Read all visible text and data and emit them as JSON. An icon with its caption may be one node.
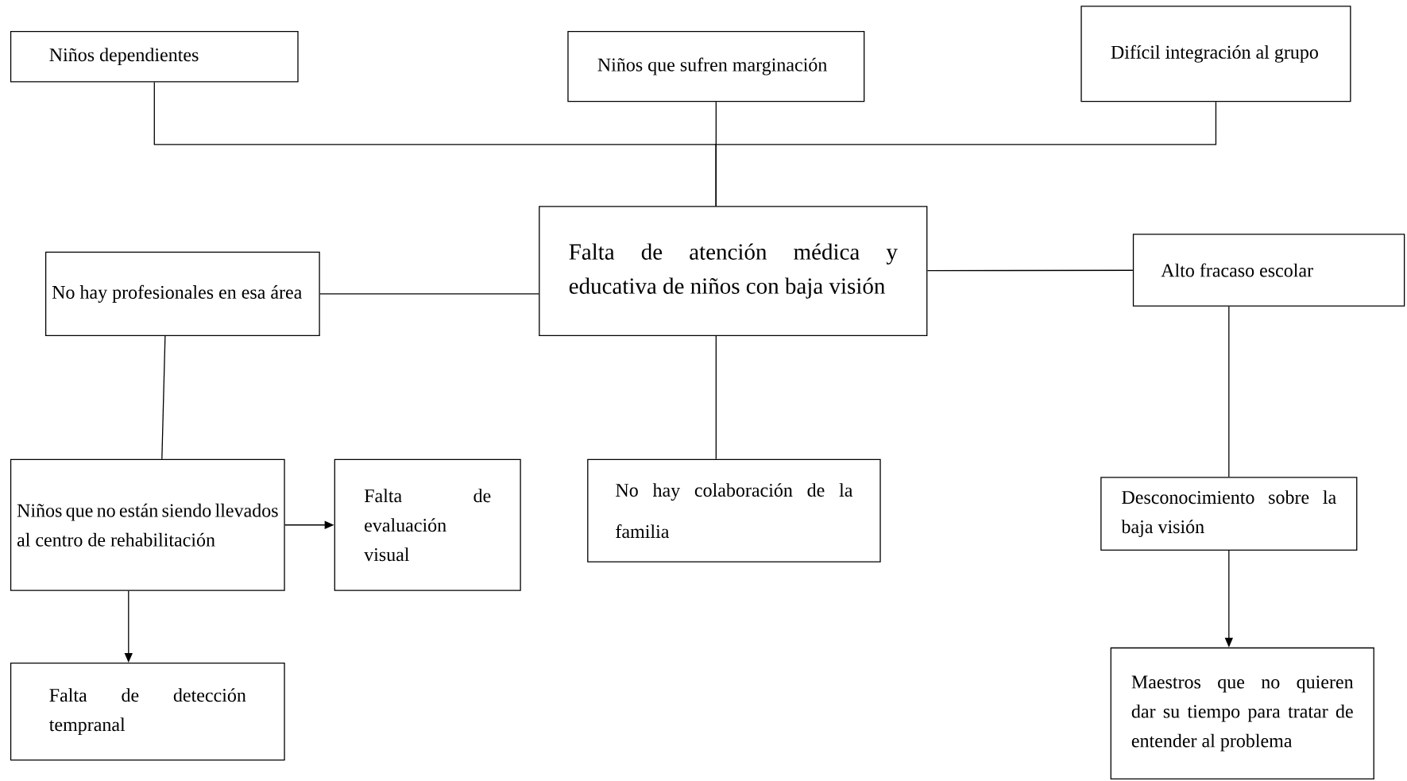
{
  "diagram": {
    "nodes": [
      {
        "text": [
          "Niños dependientes"
        ]
      },
      {
        "text": [
          "Niños que sufren marginación"
        ]
      },
      {
        "text": [
          "Difícil integración al grupo"
        ]
      },
      {
        "text": [
          "Falta de atención médica y educativa de niños con baja visión"
        ]
      },
      {
        "text": [
          "No hay profesionales en esa área"
        ]
      },
      {
        "text": [
          "Alto fracaso escolar"
        ]
      },
      {
        "text": [
          "Niños que no están siendo llevados al centro de rehabilitación"
        ]
      },
      {
        "text": [
          "Falta de evaluación visual"
        ]
      },
      {
        "text": [
          "No hay colaboración de la familia"
        ]
      },
      {
        "text": [
          "Desconocimiento sobre la baja visión"
        ]
      },
      {
        "text": [
          "Falta de detección tempranal"
        ]
      },
      {
        "text": [
          "Maestros que no quieren dar su tiempo para tratar de entender al problema"
        ]
      }
    ],
    "edges": [
      {
        "from": 0,
        "to": 3,
        "arrow": "none"
      },
      {
        "from": 1,
        "to": 3,
        "arrow": "none"
      },
      {
        "from": 2,
        "to": 3,
        "arrow": "none"
      },
      {
        "from": 3,
        "to": 4,
        "arrow": "none"
      },
      {
        "from": 3,
        "to": 5,
        "arrow": "none"
      },
      {
        "from": 3,
        "to": 8,
        "arrow": "none"
      },
      {
        "from": 4,
        "to": 6,
        "arrow": "none"
      },
      {
        "from": 6,
        "to": 7,
        "arrow": "to"
      },
      {
        "from": 6,
        "to": 10,
        "arrow": "to"
      },
      {
        "from": 5,
        "to": 9,
        "arrow": "none"
      },
      {
        "from": 9,
        "to": 11,
        "arrow": "to"
      }
    ]
  }
}
